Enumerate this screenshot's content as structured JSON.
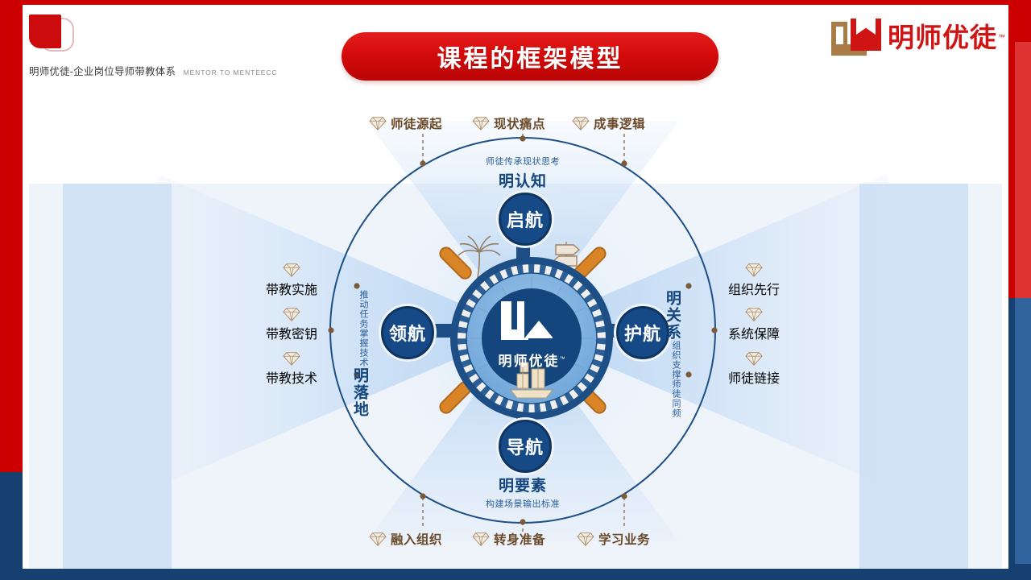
{
  "header": {
    "brand_cn": "明师优徒-企业岗位导师带教体系",
    "brand_en": "MENTOR TO MENTEECC",
    "title": "课程的框架模型",
    "logo_cn": "明师优徒",
    "logo_tm": "™"
  },
  "colors": {
    "brand_red": "#cc0c0c",
    "title_red": "#d60b0b",
    "navy": "#15406f",
    "node_blue": "#154a86",
    "canvas": "#eff4fb",
    "band_blue": "#d3e3f6",
    "label_brown": "#6b4a2a"
  },
  "quadrants": {
    "top": {
      "node": "启航",
      "sub": "师徒传承现状思考",
      "main": "明认知"
    },
    "bottom": {
      "node": "导航",
      "main": "明要素",
      "sub": "构建场景输出标准"
    },
    "left": {
      "node": "领航",
      "sub": "推动任务掌握技术",
      "main": "明落地"
    },
    "right": {
      "node": "护航",
      "sub": "组织支撑师徒同频",
      "main": "明关系"
    }
  },
  "labels": {
    "top": [
      "师徒源起",
      "现状痛点",
      "成事逻辑"
    ],
    "bottom": [
      "融入组织",
      "转身准备",
      "学习业务"
    ],
    "left": [
      "带教实施",
      "带教密钥",
      "带教技术"
    ],
    "right": [
      "组织先行",
      "系统保障",
      "师徒链接"
    ]
  },
  "emblem": {
    "logo_text": "明师优徒",
    "logo_tm": "™",
    "icon": "ships-wheel-emblem"
  },
  "icons": {
    "gem": "diamond-icon",
    "palm": "palm-tree-icon",
    "signpost": "signpost-icon",
    "ship": "sailing-ship-icon"
  }
}
